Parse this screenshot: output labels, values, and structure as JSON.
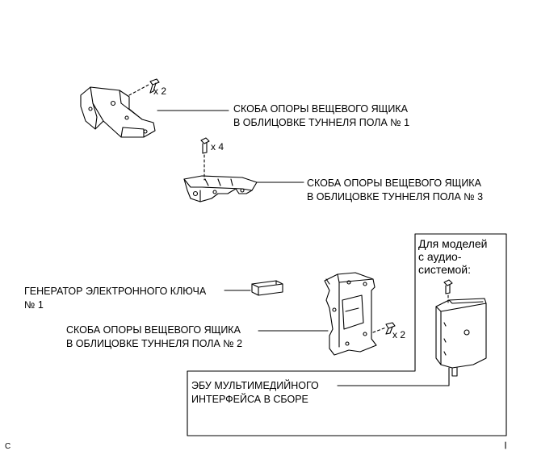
{
  "labels": {
    "bracket1": [
      "СКОБА ОПОРЫ ВЕЩЕВОГО ЯЩИКА",
      "В ОБЛИЦОВКЕ ТУННЕЛЯ ПОЛА № 1"
    ],
    "bracket3": [
      "СКОБА ОПОРЫ ВЕЩЕВОГО ЯЩИКА",
      "В ОБЛИЦОВКЕ ТУННЕЛЯ ПОЛА № 3"
    ],
    "keygen": [
      "ГЕНЕРАТОР ЭЛЕКТРОННОГО КЛЮЧА",
      "№ 1"
    ],
    "bracket2": [
      "СКОБА ОПОРЫ ВЕЩЕВОГО ЯЩИКА",
      "В ОБЛИЦОВКЕ ТУННЕЛЯ ПОЛА № 2"
    ],
    "ecu": [
      "ЭБУ МУЛЬТИМЕДИЙНОГО",
      "ИНТЕРФЕЙСА В СБОРЕ"
    ]
  },
  "quantities": {
    "bolts_bracket1": "x 2",
    "bolts_bracket3": "x 4",
    "bolts_bracket2": "x 2"
  },
  "inset": {
    "title": [
      "Для моделей",
      "с аудио-",
      "системой:"
    ]
  },
  "footnote": "C"
}
